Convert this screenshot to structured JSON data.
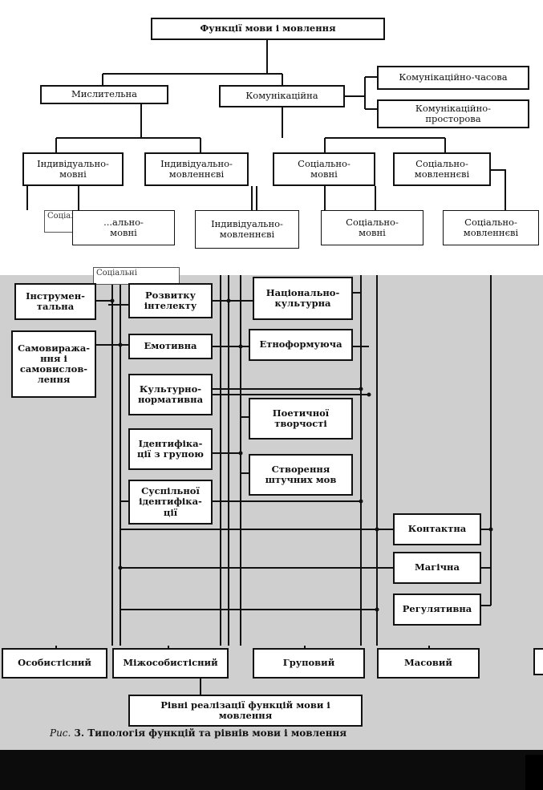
{
  "title": "Функції мови і мовлення",
  "functions": {
    "thinking": "Мислительна",
    "communicative": "Комунікаційна",
    "comm_time": "Комунікаційно-часова",
    "comm_space": "Комунікаційно-\nпросторова",
    "ind_lang": "Індивідуально-\nмовні",
    "ind_speech": "Індивідуально-\nмовленнєві",
    "soc_lang": "Соціально-\nмовні",
    "soc_speech": "Соціально-\nмовленнєві"
  },
  "overlay_row": {
    "frag_a": "Соціальні",
    "soc_lang_partial": "...ально-\nмовні",
    "ind_speech": "Індивідуально-\nмовленнєві",
    "soc_lang": "Соціально-\nмовні",
    "soc_speech": "Соціально-\nмовленнєві",
    "frag_b": "Соціальні"
  },
  "sub_functions": {
    "instrumental": "Інструмен-\nтальна",
    "self_expression": "Самовиража-\nння і\nсамовислов-\nлення",
    "intellect": "Розвитку\nінтелекту",
    "emotive": "Емотивна",
    "cultural_normative": "Культурно-\nнормативна",
    "group_identification": "Ідентифіка-\nції з групою",
    "social_identification": "Суспільної\nідентифіка-\nції",
    "national_cultural": "Національно-\nкультурна",
    "ethnoformative": "Етноформуюча",
    "poetic": "Поетичної\nтворчості",
    "artificial_lang": "Створення\nштучних мов",
    "contact": "Контактна",
    "magic": "Магічна",
    "regulative": "Регулятивна"
  },
  "levels": {
    "individual": "Особистісний",
    "interpersonal": "Міжособистісний",
    "group": "Груповий",
    "mass": "Масовий",
    "title": "Рівні реалізації функцій мови і\nмовлення"
  },
  "caption": {
    "prefix": "Рис.",
    "text": "3. Типологія функцій та рівнів мови і мовлення"
  }
}
